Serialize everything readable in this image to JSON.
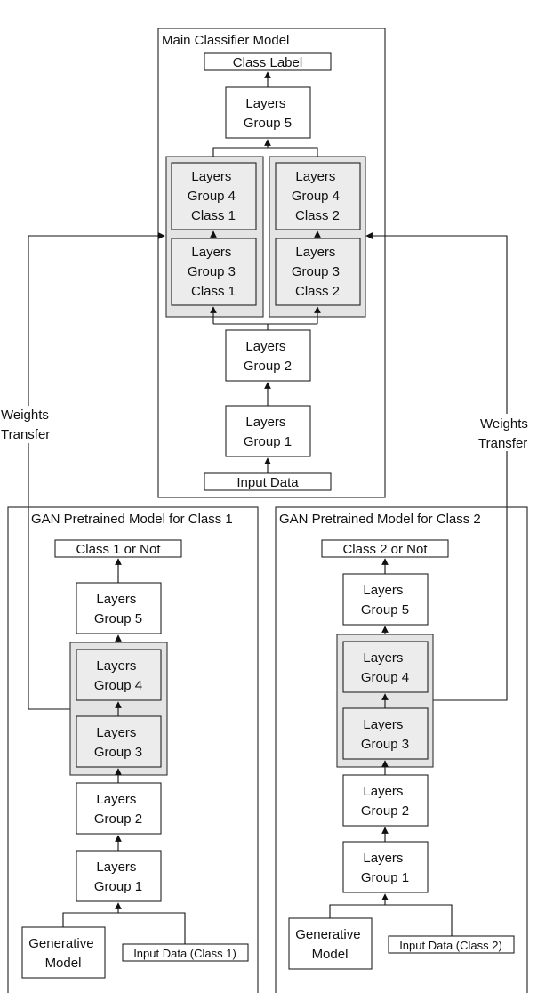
{
  "main_model": {
    "title": "Main Classifier Model",
    "class_label": "Class Label",
    "input_data": "Input Data",
    "lg5": [
      "Layers",
      "Group 5"
    ],
    "lg4_c1": [
      "Layers",
      "Group 4",
      "Class 1"
    ],
    "lg4_c2": [
      "Layers",
      "Group 4",
      "Class 2"
    ],
    "lg3_c1": [
      "Layers",
      "Group 3",
      "Class 1"
    ],
    "lg3_c2": [
      "Layers",
      "Group 3",
      "Class 2"
    ],
    "lg2": [
      "Layers",
      "Group 2"
    ],
    "lg1": [
      "Layers",
      "Group 1"
    ]
  },
  "weights_transfer_left": [
    "Weights",
    "Transfer"
  ],
  "weights_transfer_right": [
    "Weights",
    "Transfer"
  ],
  "gan_class1": {
    "title": "GAN Pretrained Model for Class 1",
    "output": "Class 1 or Not",
    "lg5": [
      "Layers",
      "Group 5"
    ],
    "lg4": [
      "Layers",
      "Group 4"
    ],
    "lg3": [
      "Layers",
      "Group 3"
    ],
    "lg2": [
      "Layers",
      "Group 2"
    ],
    "lg1": [
      "Layers",
      "Group 1"
    ],
    "generative": [
      "Generative",
      "Model"
    ],
    "input": "Input Data (Class 1)"
  },
  "gan_class2": {
    "title": "GAN Pretrained Model for Class 2",
    "output": "Class 2 or Not",
    "lg5": [
      "Layers",
      "Group 5"
    ],
    "lg4": [
      "Layers",
      "Group 4"
    ],
    "lg3": [
      "Layers",
      "Group 3"
    ],
    "lg2": [
      "Layers",
      "Group 2"
    ],
    "lg1": [
      "Layers",
      "Group 1"
    ],
    "generative": [
      "Generative",
      "Model"
    ],
    "input": "Input Data (Class 2)"
  }
}
